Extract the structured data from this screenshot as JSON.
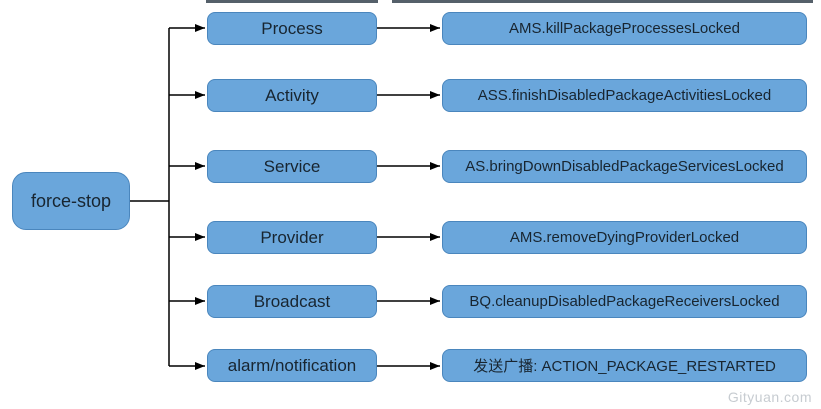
{
  "diagram": {
    "root": {
      "label": "force-stop"
    },
    "rows": [
      {
        "label": "Process",
        "method": "AMS.killPackageProcessesLocked"
      },
      {
        "label": "Activity",
        "method": "ASS.finishDisabledPackageActivitiesLocked"
      },
      {
        "label": "Service",
        "method": "AS.bringDownDisabledPackageServicesLocked"
      },
      {
        "label": "Provider",
        "method": "AMS.removeDyingProviderLocked"
      },
      {
        "label": "Broadcast",
        "method": "BQ.cleanupDisabledPackageReceiversLocked"
      },
      {
        "label": "alarm/notification",
        "method": "发送广播: ACTION_PACKAGE_RESTARTED"
      }
    ],
    "watermark": "Gityuan.com",
    "colors": {
      "node_fill": "#6aa6db",
      "node_border": "#4a86bd",
      "node_text": "#182530",
      "connector": "#000000",
      "watermark": "#c7ccd1"
    }
  }
}
